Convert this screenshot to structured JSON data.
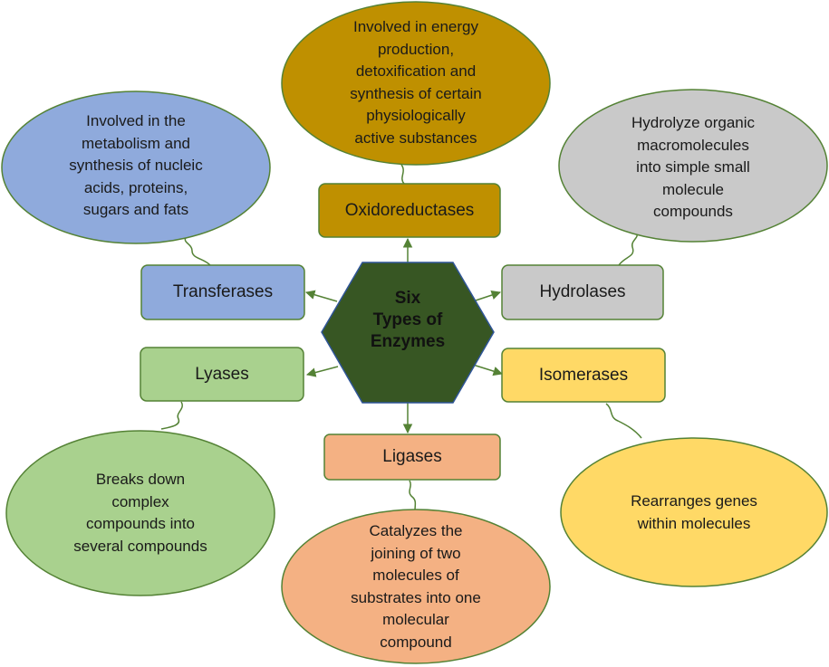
{
  "center": {
    "label": "Six\nTypes of\nEnzymes"
  },
  "enzymes": {
    "oxidoreductases": {
      "name": "Oxidoreductases",
      "description": "Involved in energy\nproduction,\ndetoxification and\nsynthesis of certain\nphysiologically\nactive substances"
    },
    "transferases": {
      "name": "Transferases",
      "description": "Involved in the\nmetabolism and\nsynthesis of nucleic\nacids, proteins,\nsugars and fats"
    },
    "hydrolases": {
      "name": "Hydrolases",
      "description": "Hydrolyze organic\nmacromolecules\ninto simple small\nmolecule\ncompounds"
    },
    "lyases": {
      "name": "Lyases",
      "description": "Breaks down\ncomplex\ncompounds into\nseveral compounds"
    },
    "isomerases": {
      "name": "Isomerases",
      "description": "Rearranges genes\nwithin molecules"
    },
    "ligases": {
      "name": "Ligases",
      "description": "Catalyzes the\njoining of two\nmolecules of\nsubstrates into one\nmolecular\ncompound"
    }
  },
  "colors": {
    "center_fill": "#375623",
    "oxidoreductases": "#BF9000",
    "transferases": "#8FAADC",
    "hydrolases": "#C9C9C9",
    "lyases": "#A9D18E",
    "isomerases": "#FFD966",
    "ligases": "#F4B183",
    "connector": "#548235"
  }
}
